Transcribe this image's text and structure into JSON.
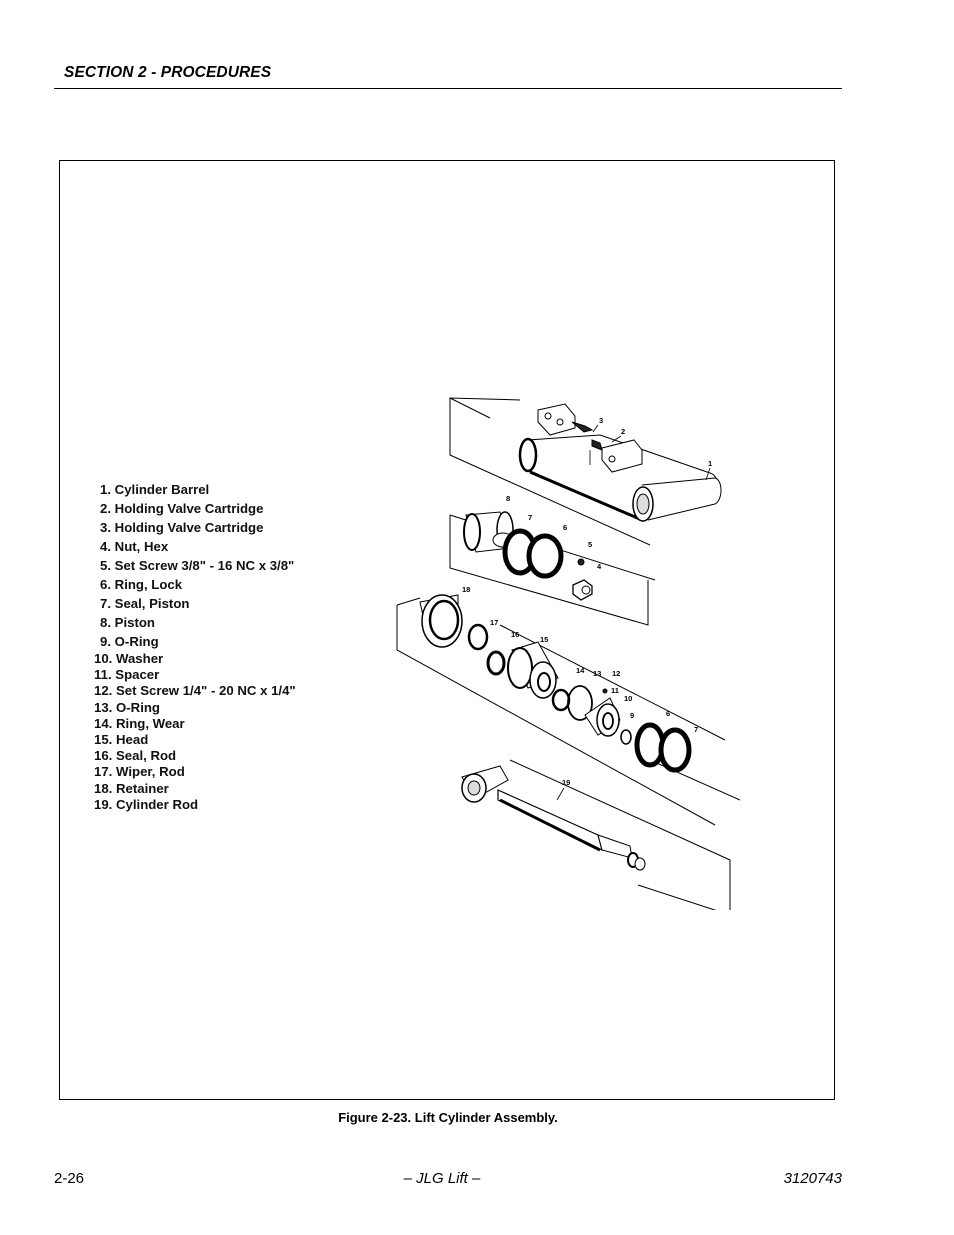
{
  "header": {
    "section_title": "SECTION 2 - PROCEDURES"
  },
  "figure": {
    "caption": "Figure 2-23.  Lift Cylinder Assembly.",
    "legend": [
      {
        "num": "1.",
        "label": "Cylinder Barrel"
      },
      {
        "num": "2.",
        "label": "Holding Valve Cartridge"
      },
      {
        "num": "3.",
        "label": "Holding Valve Cartridge"
      },
      {
        "num": "4.",
        "label": "Nut, Hex"
      },
      {
        "num": "5.",
        "label": "Set Screw 3/8\" - 16 NC x 3/8\""
      },
      {
        "num": "6.",
        "label": "Ring, Lock"
      },
      {
        "num": "7.",
        "label": "Seal, Piston"
      },
      {
        "num": "8.",
        "label": "Piston"
      },
      {
        "num": "9.",
        "label": "O-Ring"
      },
      {
        "num": "10.",
        "label": "Washer"
      },
      {
        "num": "11.",
        "label": "Spacer"
      },
      {
        "num": "12.",
        "label": "Set Screw 1/4\" - 20 NC x 1/4\""
      },
      {
        "num": "13.",
        "label": "O-Ring"
      },
      {
        "num": "14.",
        "label": "Ring, Wear"
      },
      {
        "num": "15.",
        "label": "Head"
      },
      {
        "num": "16.",
        "label": "Seal, Rod"
      },
      {
        "num": "17.",
        "label": "Wiper, Rod"
      },
      {
        "num": "18.",
        "label": "Retainer"
      },
      {
        "num": "19.",
        "label": "Cylinder Rod"
      }
    ],
    "callouts": {
      "c1": "1",
      "c2": "2",
      "c3": "3",
      "c4": "4",
      "c5": "5",
      "c6a": "6",
      "c7a": "7",
      "c8": "8",
      "c9": "9",
      "c10": "10",
      "c11": "11",
      "c12": "12",
      "c13": "13",
      "c14": "14",
      "c15": "15",
      "c16": "16",
      "c17": "17",
      "c18": "18",
      "c6b": "6",
      "c7b": "7",
      "c19": "19"
    }
  },
  "footer": {
    "page_number": "2-26",
    "center_text": "– JLG Lift –",
    "doc_number": "3120743"
  }
}
